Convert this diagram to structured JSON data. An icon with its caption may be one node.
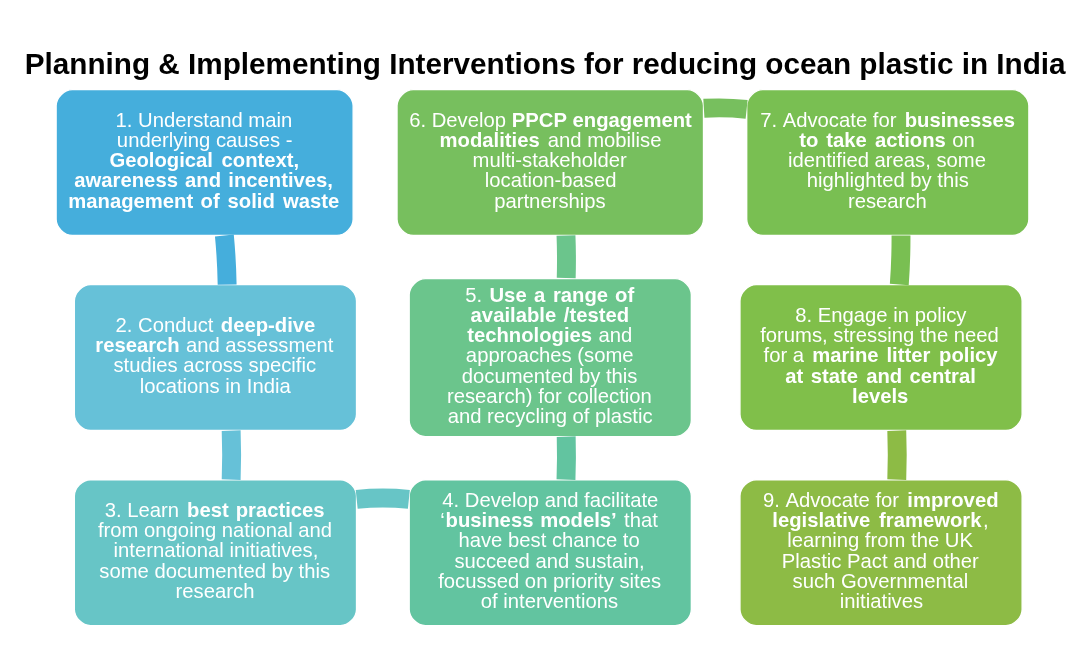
{
  "diagram": {
    "title": "Planning & Implementing Interventions for reducing ocean plastic in India",
    "nodes": [
      {
        "text": [
          "1. Understand main underlying causes - **Geological context, awareness and incentives, management of solid waste**"
        ]
      },
      {
        "text": [
          "2. Conduct **deep-dive research** and assessment studies across specific locations in India"
        ]
      },
      {
        "text": [
          "3. Learn **best practices** from ongoing national and international initiatives, some documented by this research"
        ]
      },
      {
        "text": [
          "4. Develop and facilitate ‘**business models’** that have best chance to succeed and sustain, focussed on priority sites of interventions"
        ]
      },
      {
        "text": [
          "5. **Use a range of available /tested technologies** and approaches (some documented by this research) for collection and recycling of plastic"
        ]
      },
      {
        "text": [
          "6. Develop **PPCP engagement modalities** and mobilise multi-stakeholder location-based partnerships"
        ]
      },
      {
        "text": [
          "7. Advocate for **businesses to take actions** on identified areas, some highlighted by this research"
        ]
      },
      {
        "text": [
          "8. Engage in policy forums, stressing the need for a **marine litter policy at state and central levels**"
        ]
      },
      {
        "text": [
          "9. Advocate for **improved legislative framework**, learning from the UK Plastic Pact and other such Governmental initiatives"
        ]
      }
    ],
    "edges": [
      {
        "from": 0,
        "to": 1,
        "arrow": "none",
        "color": "#45aedc"
      },
      {
        "from": 1,
        "to": 2,
        "arrow": "none",
        "color": "#66c1d8"
      },
      {
        "from": 2,
        "to": 3,
        "arrow": "none",
        "color": "#67c5c6"
      },
      {
        "from": 3,
        "to": 4,
        "arrow": "none",
        "color": "#62c4a0"
      },
      {
        "from": 4,
        "to": 5,
        "arrow": "none",
        "color": "#6bc58c"
      },
      {
        "from": 5,
        "to": 6,
        "arrow": "none",
        "color": "#77bf5e"
      },
      {
        "from": 6,
        "to": 7,
        "arrow": "none",
        "color": "#79bf52"
      },
      {
        "from": 7,
        "to": 8,
        "arrow": "none",
        "color": "#8dbb45"
      }
    ]
  }
}
